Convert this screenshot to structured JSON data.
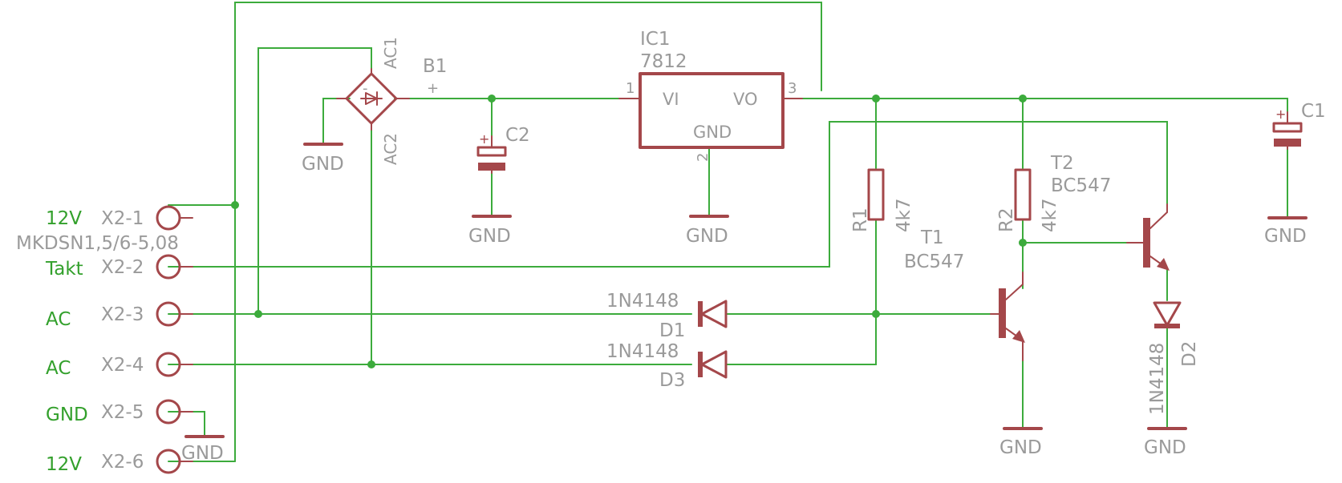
{
  "connector": {
    "name": "X2",
    "part": "MKDSN1,5/6-5,08",
    "pins": [
      {
        "pin": "X2-1",
        "signal": "12V"
      },
      {
        "pin": "X2-2",
        "signal": "Takt"
      },
      {
        "pin": "X2-3",
        "signal": "AC"
      },
      {
        "pin": "X2-4",
        "signal": "AC"
      },
      {
        "pin": "X2-5",
        "signal": "GND"
      },
      {
        "pin": "X2-6",
        "signal": "12V"
      }
    ]
  },
  "bridge": {
    "name": "B1",
    "ac1": "AC1",
    "ac2": "AC2",
    "plus": "+",
    "minus": "-"
  },
  "regulator": {
    "name": "IC1",
    "value": "7812",
    "vi": "VI",
    "vo": "VO",
    "gnd": "GND",
    "pin1": "1",
    "pin2": "2",
    "pin3": "3"
  },
  "c2": {
    "name": "C2",
    "plus": "+"
  },
  "c1": {
    "name": "C1",
    "plus": "+"
  },
  "r1": {
    "name": "R1",
    "value": "4k7"
  },
  "r2": {
    "name": "R2",
    "value": "4k7"
  },
  "t1": {
    "name": "T1",
    "value": "BC547"
  },
  "t2": {
    "name": "T2",
    "value": "BC547"
  },
  "d1": {
    "name": "D1",
    "value": "1N4148"
  },
  "d2": {
    "name": "D2",
    "value": "1N4148"
  },
  "d3": {
    "name": "D3",
    "value": "1N4148"
  },
  "gnd_label": "GND",
  "colors": {
    "wire": "#3cab3c",
    "symbol": "#a4474a",
    "label": "#9a9a9a",
    "net": "#33a02c"
  }
}
